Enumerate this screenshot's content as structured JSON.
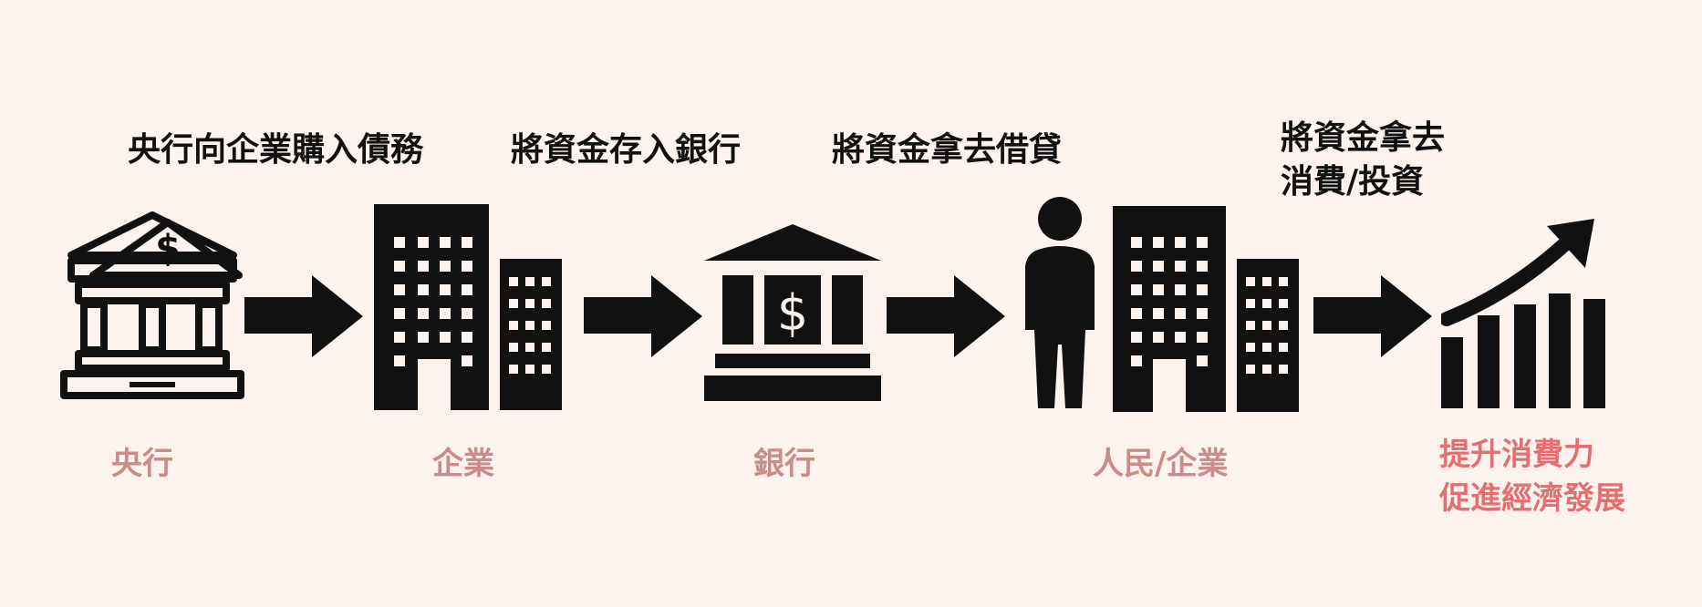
{
  "steps": [
    {
      "label": "央行向企業購入債務"
    },
    {
      "label": "將資金存入銀行"
    },
    {
      "label": "將資金拿去借貸"
    },
    {
      "line1": "將資金拿去",
      "line2": "消費/投資"
    }
  ],
  "nodes": [
    {
      "label": "央行",
      "icon": "central-bank-icon"
    },
    {
      "label": "企業",
      "icon": "office-buildings-icon"
    },
    {
      "label": "銀行",
      "icon": "bank-icon"
    },
    {
      "label": "人民/企業",
      "icon": "person-and-buildings-icon"
    }
  ],
  "result": {
    "line1": "提升消費力",
    "line2": "促進經濟發展",
    "icon": "growth-chart-icon"
  },
  "colors": {
    "background": "#fcf3ef",
    "icon": "#111111",
    "node_label": "#c98c86",
    "result_label": "#e37070"
  }
}
